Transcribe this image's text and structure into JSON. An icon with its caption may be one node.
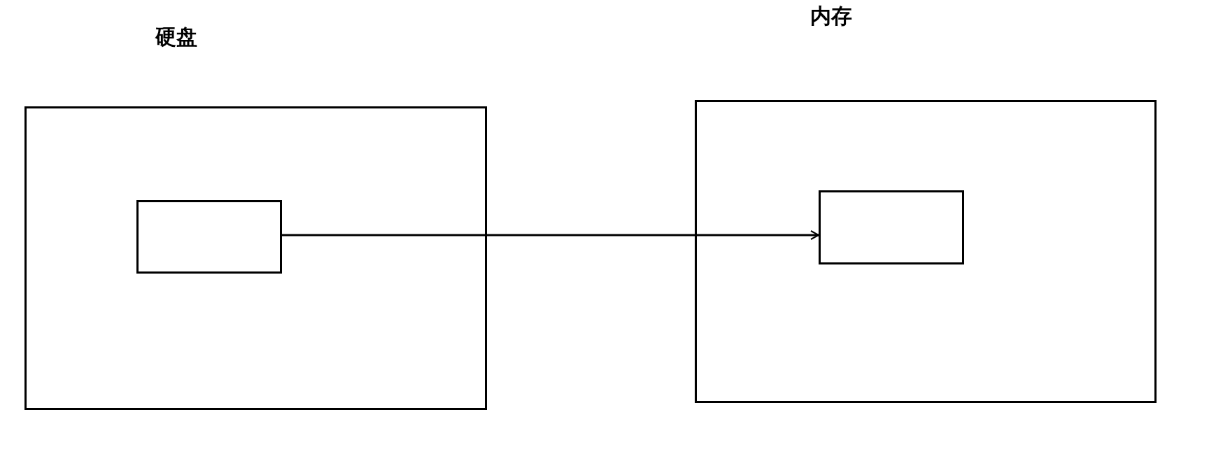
{
  "diagram": {
    "nodes": [
      {
        "text": [
          "硬盘"
        ]
      },
      {
        "text": [],
        "shape": "box",
        "in": 0
      },
      {
        "text": [
          "内存"
        ]
      },
      {
        "text": [],
        "shape": "box",
        "in": 2
      }
    ],
    "edges": [
      {
        "from": 1,
        "to": 3,
        "arrow": "to"
      }
    ]
  }
}
